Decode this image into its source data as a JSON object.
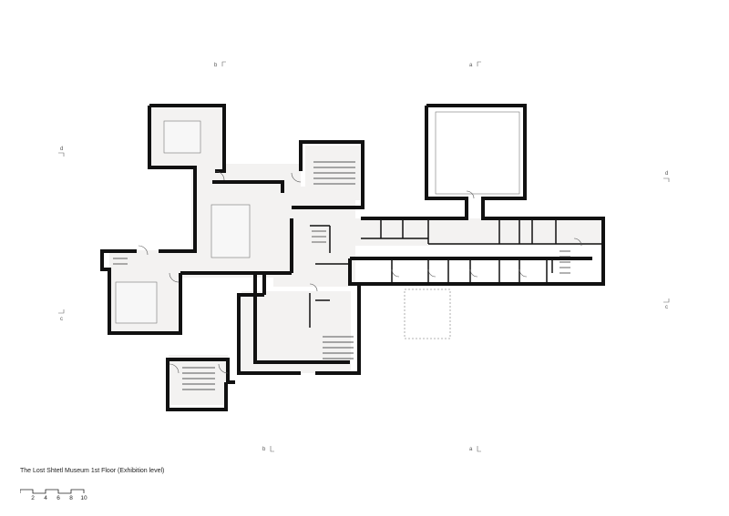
{
  "drawing": {
    "title": "The Lost Shtetl Museum 1st Floor (Exhibition level)"
  },
  "section_markers": {
    "b_top": "b",
    "a_top": "a",
    "d_left": "d",
    "d_right": "d",
    "c_left": "c",
    "c_right": "c",
    "b_bottom": "b",
    "a_bottom": "a"
  },
  "scale": {
    "ticks": [
      "2",
      "4",
      "6",
      "8",
      "10"
    ]
  }
}
